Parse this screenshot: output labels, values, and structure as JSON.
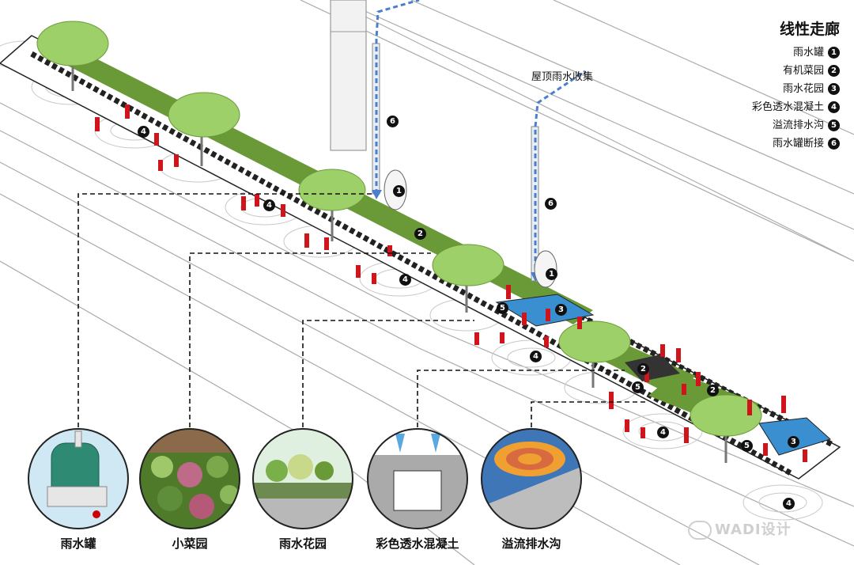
{
  "legend": {
    "title": "线性走廊",
    "items": [
      {
        "label": "雨水罐",
        "num": "1"
      },
      {
        "label": "有机菜园",
        "num": "2"
      },
      {
        "label": "雨水花园",
        "num": "3"
      },
      {
        "label": "彩色透水混凝土",
        "num": "4"
      },
      {
        "label": "溢流排水沟",
        "num": "5"
      },
      {
        "label": "雨水罐断接",
        "num": "6"
      }
    ]
  },
  "roof_label": "屋顶雨水收集",
  "captions": [
    "雨水罐",
    "小菜园",
    "雨水花园",
    "彩色透水混凝土",
    "溢流排水沟"
  ],
  "watermark": "WADI设计",
  "markers": {
    "m1": "1",
    "m2": "2",
    "m3": "3",
    "m4": "4",
    "m5": "5",
    "m6": "6"
  },
  "colors": {
    "grass": "#6a9a38",
    "grass_dark": "#507a28",
    "water": "#3a8fd0",
    "people": "#d0141b",
    "tree": "#9ed06a",
    "drain": "#4a7fd0"
  }
}
